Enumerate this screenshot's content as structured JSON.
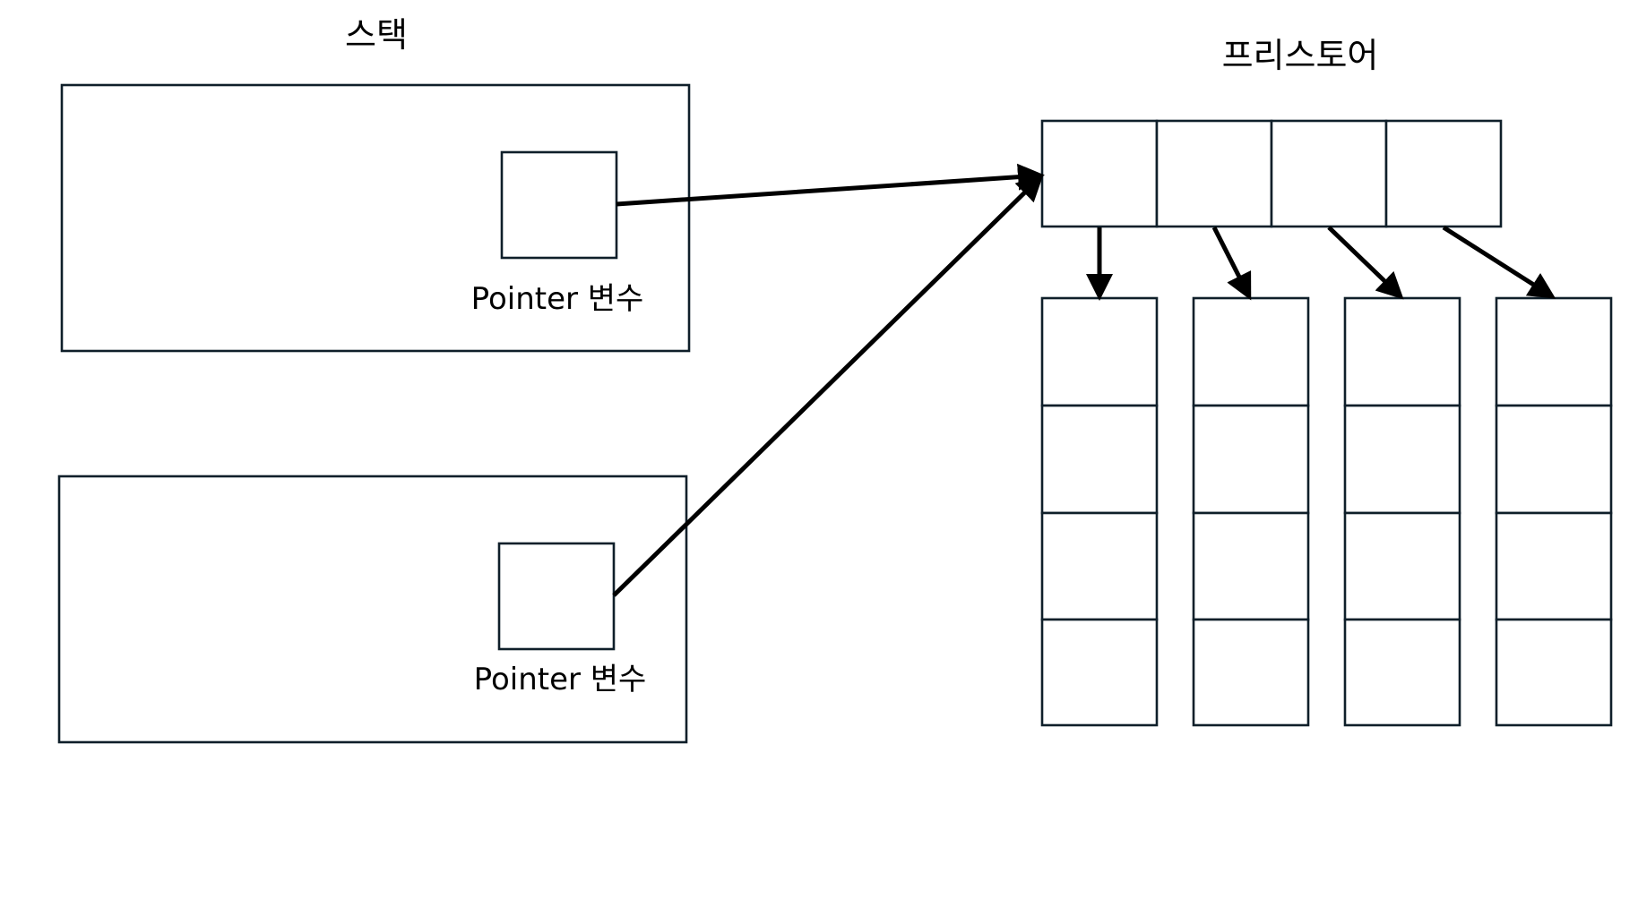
{
  "stack": {
    "title": "스택",
    "frames": [
      {
        "pointer_label": "Pointer 변수"
      },
      {
        "pointer_label": "Pointer 변수"
      }
    ]
  },
  "free_store": {
    "title": "프리스토어",
    "pointer_array_cells": 4,
    "arrays": [
      {
        "cells": 4
      },
      {
        "cells": 4
      },
      {
        "cells": 4
      },
      {
        "cells": 4
      }
    ]
  },
  "colors": {
    "box_stroke": "#0f1f2a",
    "arrow": "#000000",
    "background": "#ffffff"
  }
}
